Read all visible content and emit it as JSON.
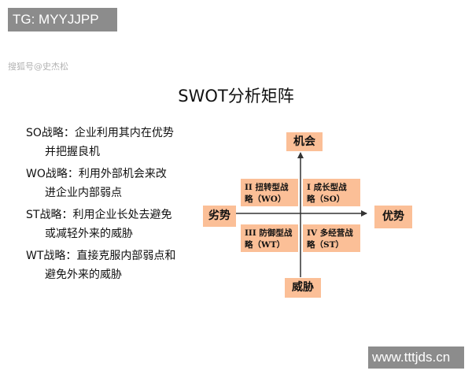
{
  "tag": "TG: MYYJJPP",
  "watermark_top": "搜狐号@史杰松",
  "title": "SWOT分析矩阵",
  "strategies": [
    {
      "line1": "SO战略：企业利用其内在优势",
      "line2": "并把握良机"
    },
    {
      "line1": "WO战略：利用外部机会来改",
      "line2": "进企业内部弱点"
    },
    {
      "line1": "ST战略：利用企业长处去避免",
      "line2": "或减轻外来的威胁"
    },
    {
      "line1": "WT战略：直接克服内部弱点和",
      "line2": "避免外来的威胁"
    }
  ],
  "axes": {
    "top": "机会",
    "bottom": "威胁",
    "left": "劣势",
    "right": "优势"
  },
  "quadrants": {
    "top_left": {
      "line1": "II 扭转型战",
      "line2": "略（WO）"
    },
    "top_right": {
      "line1": "I 成长型战",
      "line2": "略（SO）"
    },
    "bottom_left": {
      "line1": "III 防御型战",
      "line2": "略（WT）"
    },
    "bottom_right": {
      "line1": "IV 多经营战",
      "line2": "略（ST）"
    }
  },
  "accent_color": "#fbbf97",
  "watermark_bottom": "www.tttjds.cn"
}
